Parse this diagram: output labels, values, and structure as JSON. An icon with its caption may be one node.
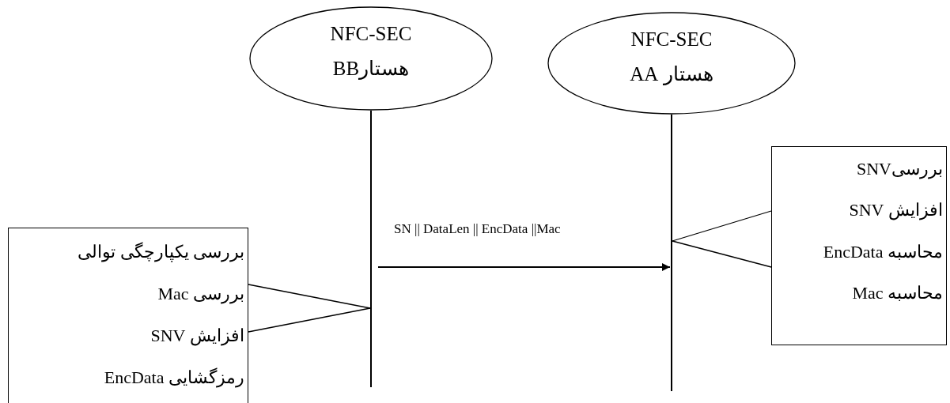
{
  "diagram": {
    "nodes": [
      {
        "text": [
          "NFC-SEC",
          "هستارBB"
        ]
      },
      {
        "text": [
          "NFC-SEC",
          "هستار AA"
        ]
      },
      {
        "text": [],
        "shape": "bar"
      },
      {
        "text": [],
        "shape": "bar"
      },
      {
        "text": [
          "بررسی یکپارچگی توالی",
          "بررسی Mac",
          "افزایش SNV",
          "رمزگشایی EncData"
        ]
      },
      {
        "text": [
          "بررسیSNV",
          "افزایش SNV",
          "محاسبه EncData",
          "محاسبه Mac"
        ]
      }
    ],
    "edges": [
      {
        "from": 2,
        "to": 3,
        "arrow": "to",
        "label": "SN || DataLen || EncData ||Mac"
      },
      {
        "from": 4,
        "to": 2,
        "arrow": "none"
      },
      {
        "from": 4,
        "to": 2,
        "arrow": "none"
      },
      {
        "from": 5,
        "to": 3,
        "arrow": "none"
      },
      {
        "from": 5,
        "to": 3,
        "arrow": "none"
      }
    ]
  }
}
